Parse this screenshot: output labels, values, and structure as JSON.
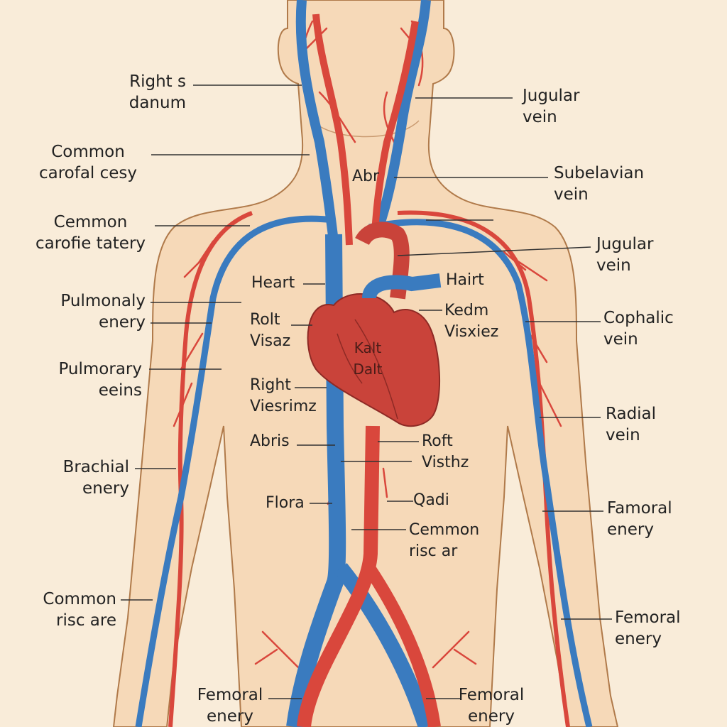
{
  "colors": {
    "background": "#f9ecd9",
    "skin": "#f6d9b8",
    "outline": "#b07a4a",
    "artery": "#d9473c",
    "vein": "#3a7bbf",
    "heart": "#c9433a"
  },
  "labels": {
    "right_s_danum": [
      "Right s",
      "danum"
    ],
    "common_carofal_cesy": [
      "Common",
      "carofal cesy"
    ],
    "cemmon_carofie_tatery": [
      "Cemmon",
      "carofie tatery"
    ],
    "pulmonaly_enery": [
      "Pulmonaly",
      "enery"
    ],
    "pulmorary_eeins": [
      "Pulmorary",
      "eeins"
    ],
    "brachial_enery": [
      "Brachial",
      "enery"
    ],
    "common_risc_are": [
      "Common",
      "risc are"
    ],
    "femoral_enery_left_bottom": [
      "Femoral",
      "enery"
    ],
    "jugular_vein_top": [
      "Jugular",
      "vein"
    ],
    "subelavian_vein": [
      "Subelavian",
      "vein"
    ],
    "jugular_vein_mid": [
      "Jugular",
      "vein"
    ],
    "cophalic_vein": [
      "Cophalic",
      "vein"
    ],
    "radial_vein": [
      "Radial",
      "vein"
    ],
    "famoral_enery": [
      "Famoral",
      "enery"
    ],
    "femoral_enery_right": [
      "Femoral",
      "enery"
    ],
    "femoral_enery_right_bottom": [
      "Femoral",
      "enery"
    ],
    "abr": "Abr",
    "heart": "Heart",
    "rolt_visaz": [
      "Rolt",
      "Visaz"
    ],
    "right_viesrimz": [
      "Right",
      "Viesrimz"
    ],
    "abris": "Abris",
    "flora": "Flora",
    "hairt": "Hairt",
    "kedm_visxiez": [
      "Kedm",
      "Visxiez"
    ],
    "kalt_dalt": [
      "Kalt",
      "Dalt"
    ],
    "roft_visthz": [
      "Roft",
      "Visthz"
    ],
    "qadi": "Qadi",
    "cemmon_risc_ar": [
      "Cemmon",
      "risc ar"
    ]
  }
}
